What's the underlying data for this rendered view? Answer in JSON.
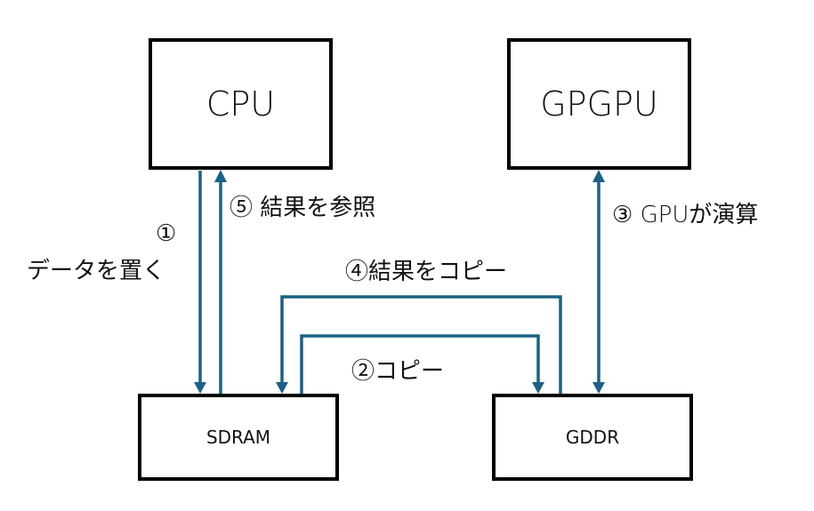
{
  "colors": {
    "arrow": "#1b6185",
    "box_border": "#000000"
  },
  "nodes": {
    "cpu": "CPU",
    "gpgpu": "GPGPU",
    "sdram": "SDRAM",
    "gddr": "GDDR"
  },
  "labels": {
    "step1_number": "①",
    "step1_text": "データを置く",
    "step2": "②コピー",
    "step3": "③ GPUが演算",
    "step4": "④結果をコピー",
    "step5": "⑤ 結果を参照"
  },
  "edges": [
    {
      "id": "step1",
      "from": "cpu",
      "to": "sdram",
      "label": "① データを置く"
    },
    {
      "id": "step2",
      "from": "sdram",
      "to": "gddr",
      "label": "②コピー"
    },
    {
      "id": "step3",
      "from": "gddr",
      "to": "gpgpu",
      "label": "③ GPUが演算",
      "bidirectional": true
    },
    {
      "id": "step4",
      "from": "gddr",
      "to": "sdram",
      "label": "④結果をコピー"
    },
    {
      "id": "step5",
      "from": "sdram",
      "to": "cpu",
      "label": "⑤ 結果を参照"
    }
  ]
}
